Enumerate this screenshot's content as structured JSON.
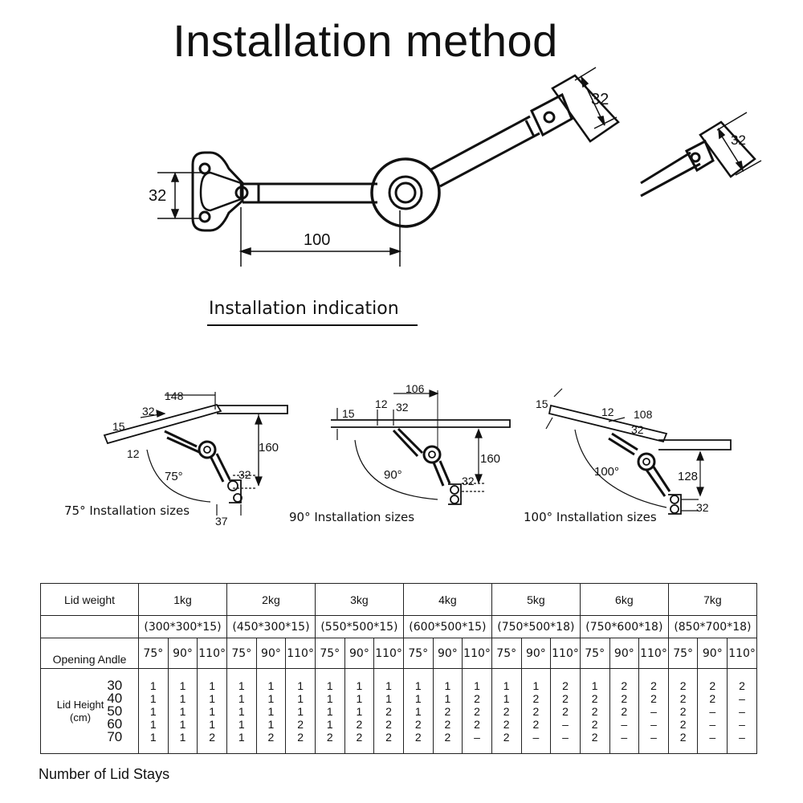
{
  "title": "Installation method",
  "subtitle": "Installation indication",
  "top_dims": {
    "d32_left": "32",
    "d100": "100",
    "d32_right": "32",
    "d32_detail": "32"
  },
  "sub_diagrams": [
    {
      "caption": "75° Installation sizes",
      "angle": "75°",
      "d148": "148",
      "d32a": "32",
      "d15": "15",
      "d12": "12",
      "d160": "160",
      "d32b": "32",
      "d37": "37"
    },
    {
      "caption": "90° Installation sizes",
      "angle": "90°",
      "d106": "106",
      "d12": "12",
      "d32a": "32",
      "d15": "15",
      "d160": "160",
      "d32b": "32"
    },
    {
      "caption": "100° Installation sizes",
      "angle": "100°",
      "d15": "15",
      "d12": "12",
      "d108": "108",
      "d32a": "32",
      "d128": "128",
      "d32b": "32"
    }
  ],
  "table": {
    "lid_weight_label": "Lid weight",
    "opening_label": "Opening Andle",
    "lid_height_label": "Lid Height\n(cm)",
    "lid_heights": "30\n40\n50\n60\n70",
    "angles": [
      "75°",
      "90°",
      "110°"
    ],
    "groups": [
      {
        "weight": "1kg",
        "size": "(300*300*15)",
        "cols": [
          "1\n1\n1\n1\n1",
          "1\n1\n1\n1\n1",
          "1\n1\n1\n1\n2"
        ]
      },
      {
        "weight": "2kg",
        "size": "(450*300*15)",
        "cols": [
          "1\n1\n1\n1\n1",
          "1\n1\n1\n1\n2",
          "1\n1\n1\n2\n2"
        ]
      },
      {
        "weight": "3kg",
        "size": "(550*500*15)",
        "cols": [
          "1\n1\n1\n1\n2",
          "1\n1\n1\n2\n2",
          "1\n1\n2\n2\n2"
        ]
      },
      {
        "weight": "4kg",
        "size": "(600*500*15)",
        "cols": [
          "1\n1\n1\n2\n2",
          "1\n1\n2\n2\n2",
          "1\n2\n2\n2\n–"
        ]
      },
      {
        "weight": "5kg",
        "size": "(750*500*18)",
        "cols": [
          "1\n1\n2\n2\n2",
          "1\n2\n2\n2\n–",
          "2\n2\n2\n–\n–"
        ]
      },
      {
        "weight": "6kg",
        "size": "(750*600*18)",
        "cols": [
          "1\n2\n2\n2\n2",
          "2\n2\n2\n–\n–",
          "2\n2\n–\n–\n–"
        ]
      },
      {
        "weight": "7kg",
        "size": "(850*700*18)",
        "cols": [
          "2\n2\n2\n2\n2",
          "2\n2\n–\n–\n–",
          "2\n–\n–\n–\n–"
        ]
      }
    ]
  },
  "footer": "Number of Lid Stays"
}
